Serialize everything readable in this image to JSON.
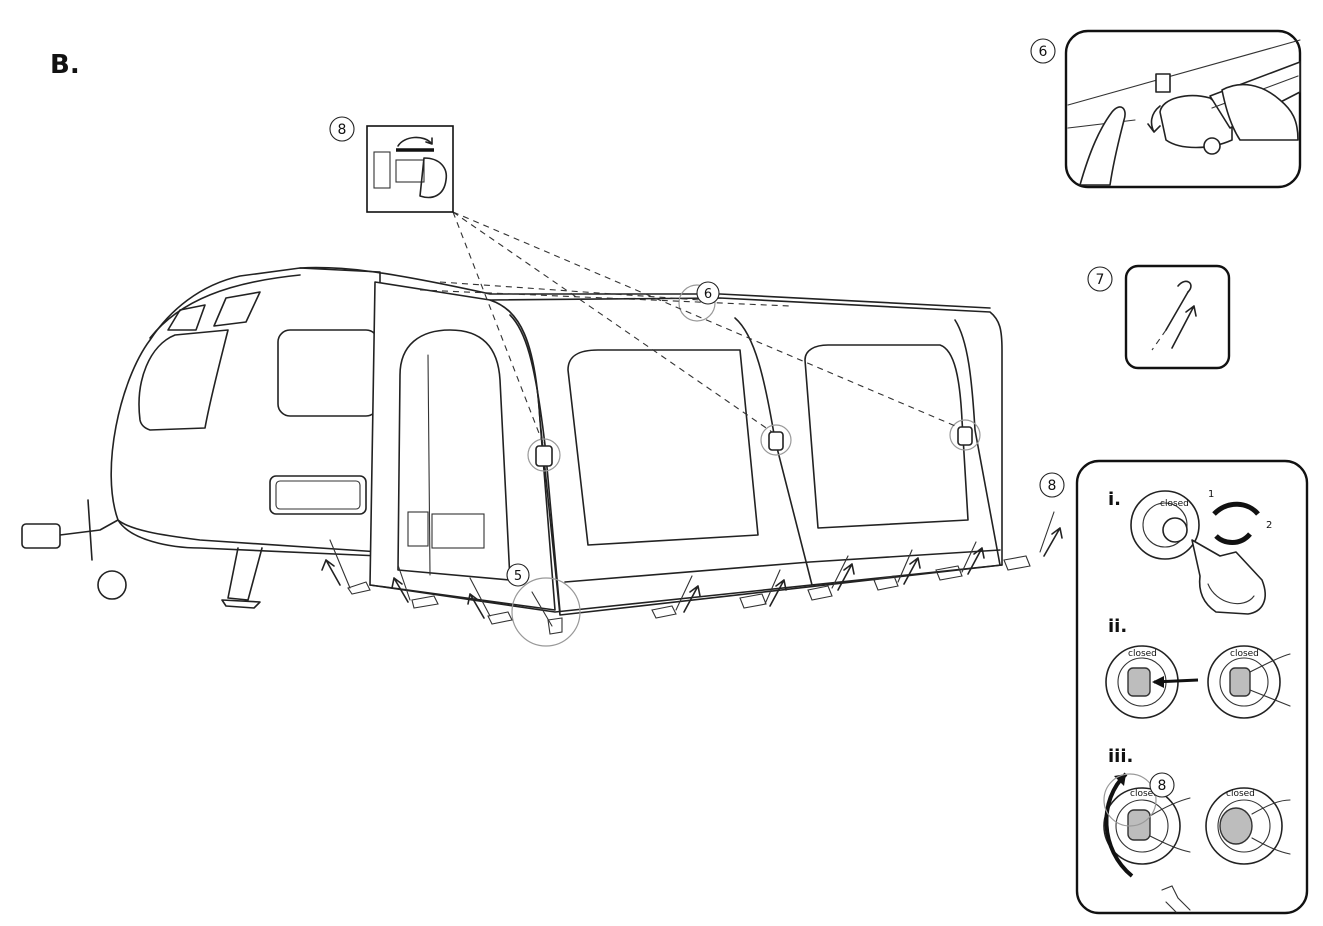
{
  "section_label": "B.",
  "callouts": {
    "c5": "5",
    "c6_main": "6",
    "c6_panel": "6",
    "c7_panel": "7",
    "c8_top": "8",
    "c8_right": "8",
    "c8_step": "8"
  },
  "valve_panel": {
    "step_i": "i.",
    "step_ii": "ii.",
    "step_iii": "iii.",
    "turn_1": "1",
    "turn_2": "2",
    "valve_text": "closed"
  },
  "icons": [
    "rotate-arrow-icon",
    "peg-insert-arrow-icon",
    "push-arrow-icon",
    "curved-arrow-icon"
  ]
}
